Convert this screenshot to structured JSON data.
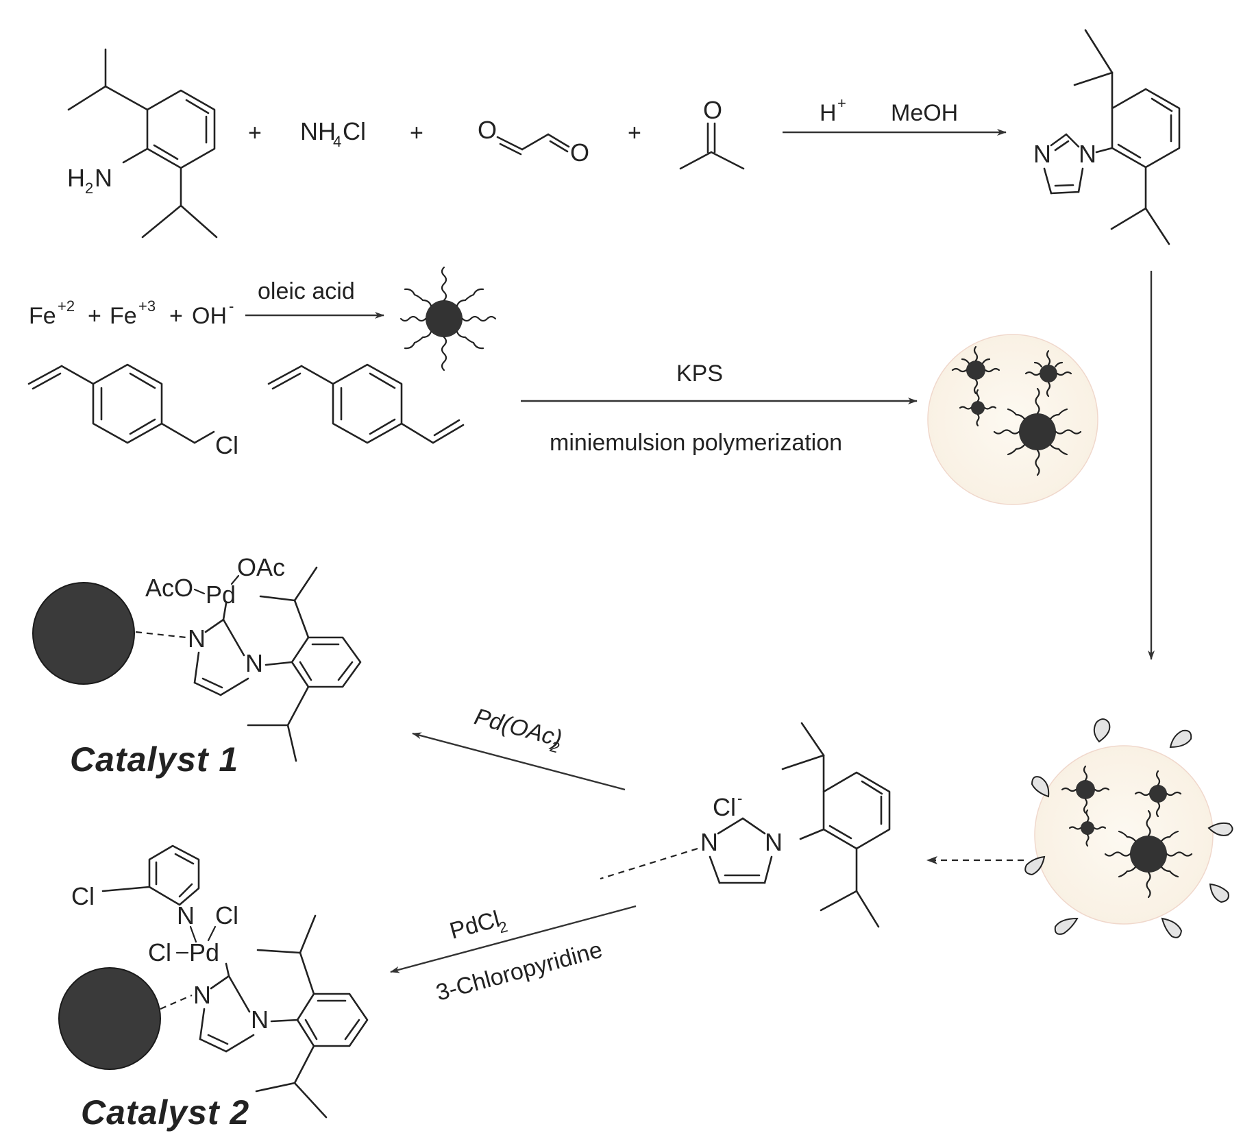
{
  "scheme": {
    "top_row": {
      "reagent_nh4cl": {
        "main": "NH",
        "sub": "4",
        "tail": "Cl"
      },
      "plus": "+",
      "amine_label": {
        "h": "H",
        "sub": "2",
        "n": "N"
      },
      "glyoxal_o": "O",
      "acetone_o": "O",
      "cond_acid": {
        "h": "H",
        "sup": "+"
      },
      "cond_solvent": "MeOH",
      "product_n1": "N",
      "product_n2": "N"
    },
    "iron_row": {
      "fe2": {
        "base": "Fe",
        "sup": "+2"
      },
      "fe3": {
        "base": "Fe",
        "sup": "+3"
      },
      "oh": {
        "base": "OH",
        "sup": "-"
      },
      "plus": "+",
      "condition": "oleic acid"
    },
    "polymer_row": {
      "monomer_cl": "Cl",
      "condition_top": "KPS",
      "condition_bottom": "miniemulsion polymerization"
    },
    "catalyst1": {
      "title": "Catalyst 1",
      "aco": "AcO",
      "pd": "Pd",
      "oac": "OAc",
      "n1": "N",
      "n2": "N",
      "reagent": {
        "base": "Pd(OAc)",
        "sub": "2"
      }
    },
    "catalyst2": {
      "title": "Catalyst 2",
      "cl_pyr": "Cl",
      "n_pyr": "N",
      "cl_right": "Cl",
      "cl_left": "Cl",
      "pd": "Pd",
      "n1": "N",
      "n2": "N",
      "reagent_top": {
        "base": "PdCl",
        "sub": "2"
      },
      "reagent_bottom": "3-Chloropyridine"
    },
    "imidazolium": {
      "cl": {
        "base": "Cl",
        "sup": "-"
      },
      "n1": "N",
      "n2": "N"
    }
  }
}
